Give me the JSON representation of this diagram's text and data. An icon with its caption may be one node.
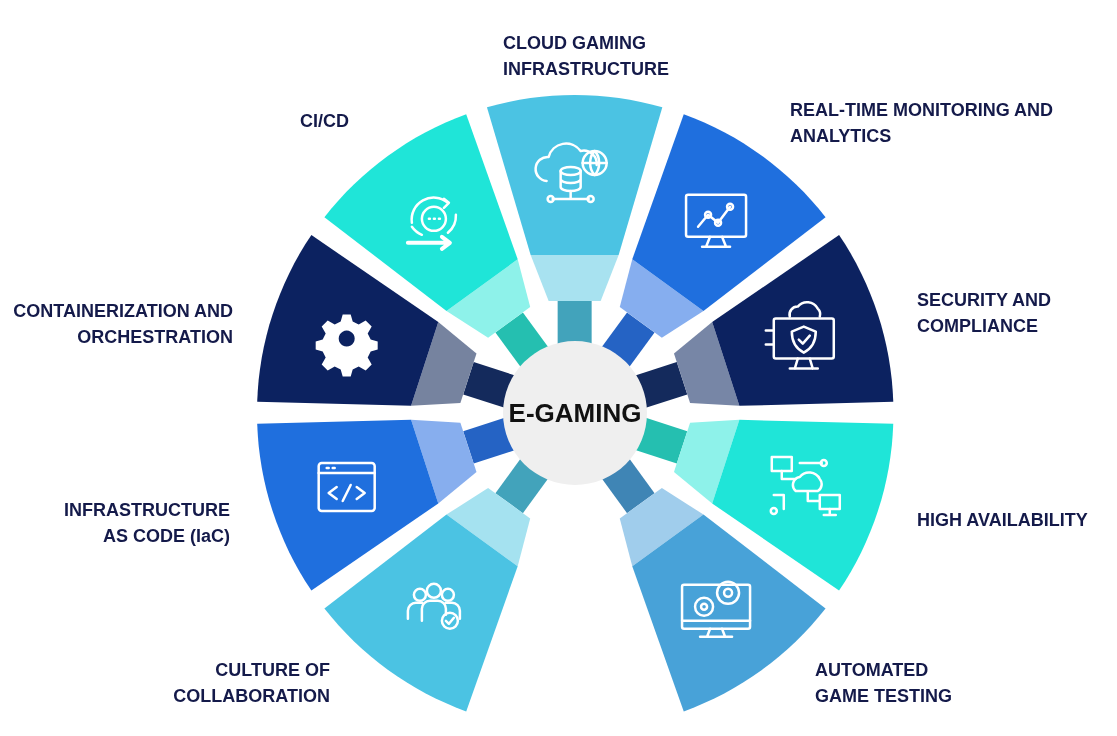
{
  "diagram": {
    "nodes": [
      {
        "text": [
          "E-GAMING"
        ]
      },
      {
        "text": [
          "CLOUD GAMING INFRASTRUCTURE"
        ]
      },
      {
        "text": [
          "REAL-TIME MONITORING AND ANALYTICS"
        ]
      },
      {
        "text": [
          "SECURITY AND COMPLIANCE"
        ]
      },
      {
        "text": [
          "HIGH AVAILABILITY"
        ]
      },
      {
        "text": [
          "AUTOMATED GAME TESTING"
        ]
      },
      {
        "text": [
          "CULTURE OF COLLABORATION"
        ]
      },
      {
        "text": [
          "INFRASTRUCTURE AS CODE (IaC)"
        ]
      },
      {
        "text": [
          "CONTAINERIZATION AND ORCHESTRATION"
        ]
      },
      {
        "text": [
          "CI/CD"
        ]
      }
    ],
    "edges": []
  }
}
